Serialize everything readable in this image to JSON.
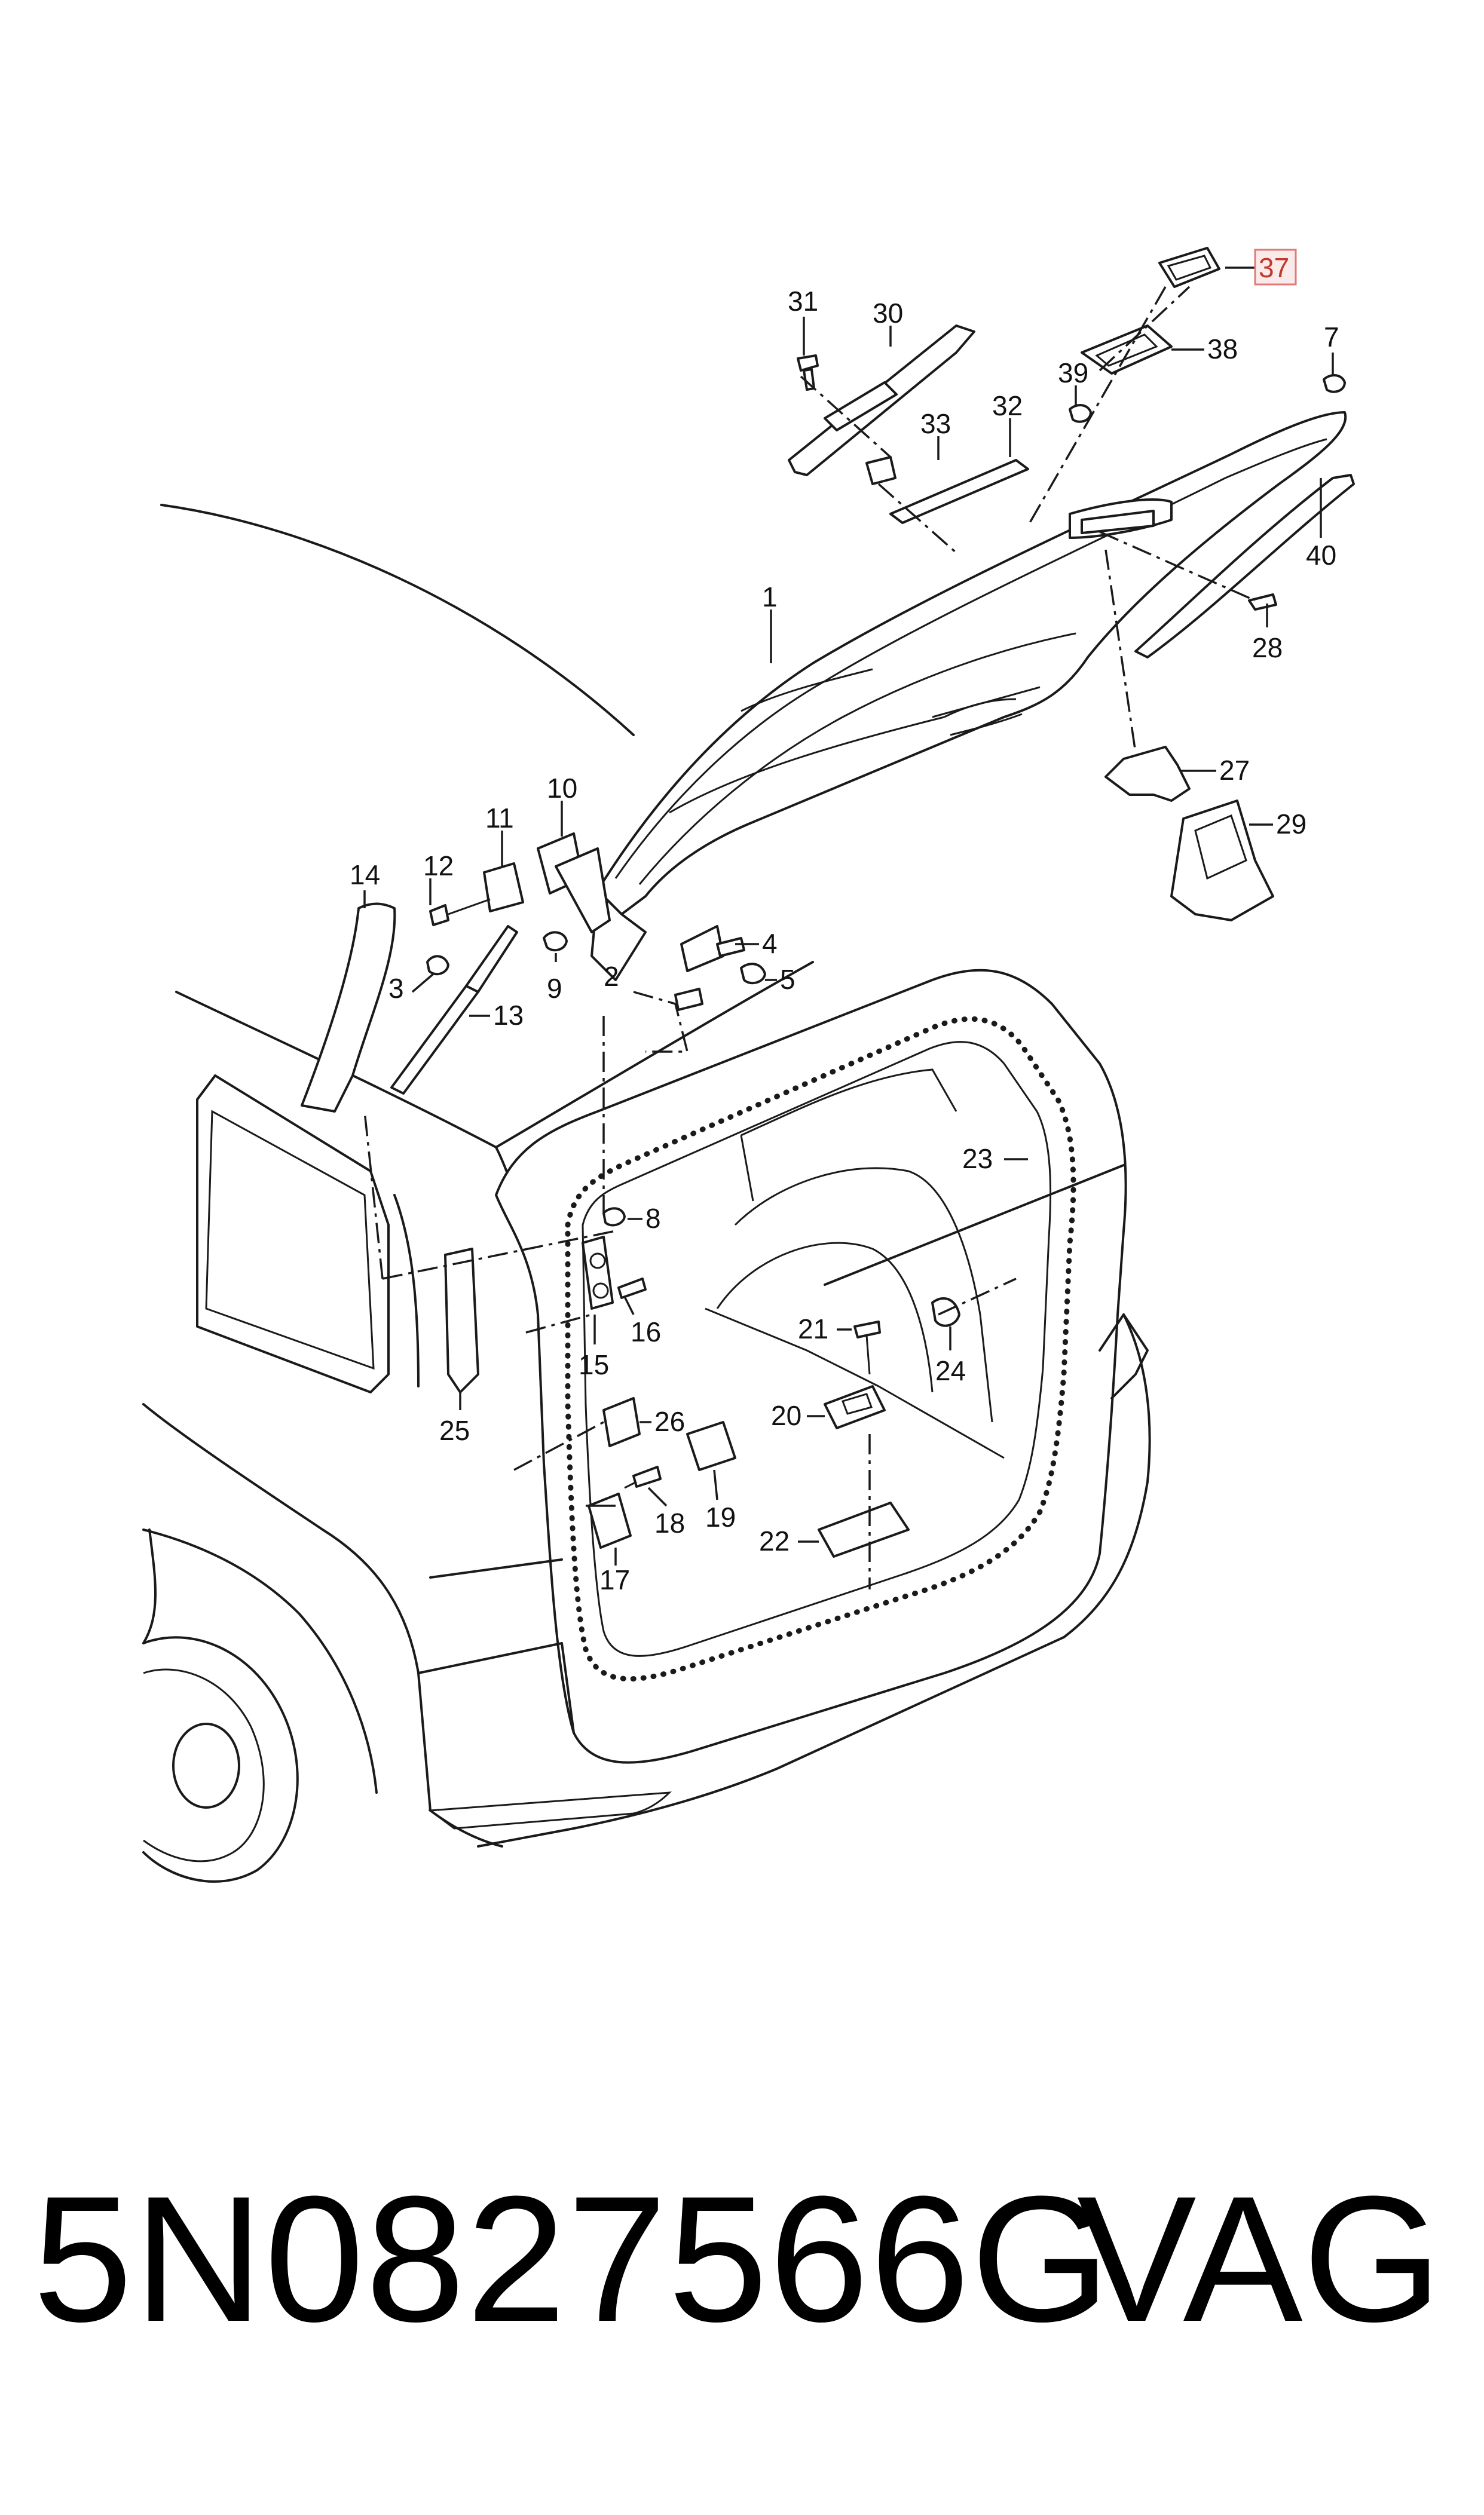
{
  "diagram": {
    "labels": {
      "p1": "1",
      "p2": "2",
      "p3": "3",
      "p4": "4",
      "p5": "5",
      "p7": "7",
      "p8": "8",
      "p9": "9",
      "p10": "10",
      "p11": "11",
      "p12": "12",
      "p13": "13",
      "p14": "14",
      "p15": "15",
      "p16": "16",
      "p17": "17",
      "p18": "18",
      "p19": "19",
      "p20": "20",
      "p21": "21",
      "p22": "22",
      "p23": "23",
      "p24": "24",
      "p25": "25",
      "p26": "26",
      "p27": "27",
      "p28": "28",
      "p29": "29",
      "p30": "30",
      "p31": "31",
      "p32": "32",
      "p33": "33",
      "p37": "37",
      "p38": "38",
      "p39": "39",
      "p40": "40"
    },
    "highlighted_label": "37",
    "highlight_color": "#e07a7a"
  },
  "footer": {
    "part_number": "5N0827566G",
    "brand": "VAG"
  }
}
